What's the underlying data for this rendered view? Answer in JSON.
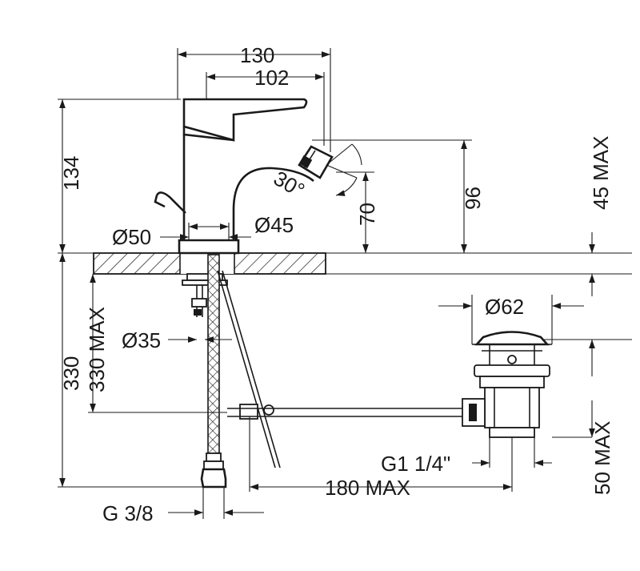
{
  "dimensions": {
    "width_total": "130",
    "spout_reach": "102",
    "height_total": "134",
    "spout_height": "96",
    "aerator_offset": "70",
    "aerator_angle": "30°",
    "deck_max": "45 MAX",
    "base_diameter": "Ø50",
    "shank_diameter": "Ø45",
    "hole_diameter": "Ø35",
    "hose_length": "330",
    "hose_max": "330 MAX",
    "waste_diameter": "Ø62",
    "waste_height_max": "50 MAX",
    "waste_thread": "G1 1/4\"",
    "rod_length_max": "180 MAX",
    "hose_thread": "G 3/8"
  }
}
